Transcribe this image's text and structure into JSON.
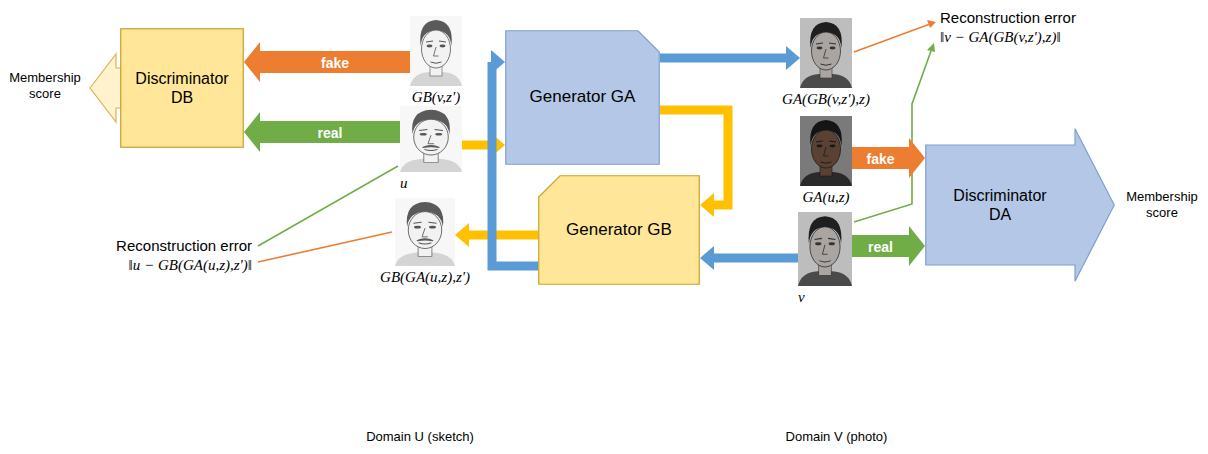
{
  "diagram": {
    "nodes": [
      {
        "text": [
          "Discriminator DB"
        ]
      },
      {
        "text": [
          "Domain U (sketch)"
        ]
      },
      {
        "text": [
          "GB(v,z')"
        ],
        "in": 1
      },
      {
        "text": [
          "u"
        ],
        "in": 1
      },
      {
        "text": [
          "GB(GA(u,z),z')"
        ],
        "in": 1
      },
      {
        "text": [
          "Generator GA"
        ]
      },
      {
        "text": [
          "Generator GB"
        ]
      },
      {
        "text": [
          "Domain V (photo)"
        ]
      },
      {
        "text": [
          "GA(GB(v,z'),z)"
        ],
        "in": 7
      },
      {
        "text": [
          "GA(u,z)"
        ],
        "in": 7
      },
      {
        "text": [
          "v"
        ],
        "in": 7
      },
      {
        "text": [
          "Discriminator DA"
        ]
      }
    ],
    "edges": [
      {
        "from": 2,
        "to": 0,
        "arrow": "to",
        "label": "fake"
      },
      {
        "from": 3,
        "to": 0,
        "arrow": "to",
        "label": "real"
      },
      {
        "from": 3,
        "to": 5,
        "arrow": "to"
      },
      {
        "from": 5,
        "to": 6,
        "arrow": "to"
      },
      {
        "from": 6,
        "to": 4,
        "arrow": "to"
      },
      {
        "from": 10,
        "to": 6,
        "arrow": "to"
      },
      {
        "from": 6,
        "to": 5,
        "arrow": "to"
      },
      {
        "from": 5,
        "to": 8,
        "arrow": "to"
      },
      {
        "from": 9,
        "to": 11,
        "arrow": "to",
        "label": "fake"
      },
      {
        "from": 10,
        "to": 11,
        "arrow": "to",
        "label": "real"
      }
    ],
    "labels": [
      "Membership score",
      "Reconstruction error",
      "‖v − GA(GB(v,z'),z)‖",
      "Reconstruction error",
      "‖u − GB(GA(u,z),z')‖",
      "Membership score"
    ]
  }
}
